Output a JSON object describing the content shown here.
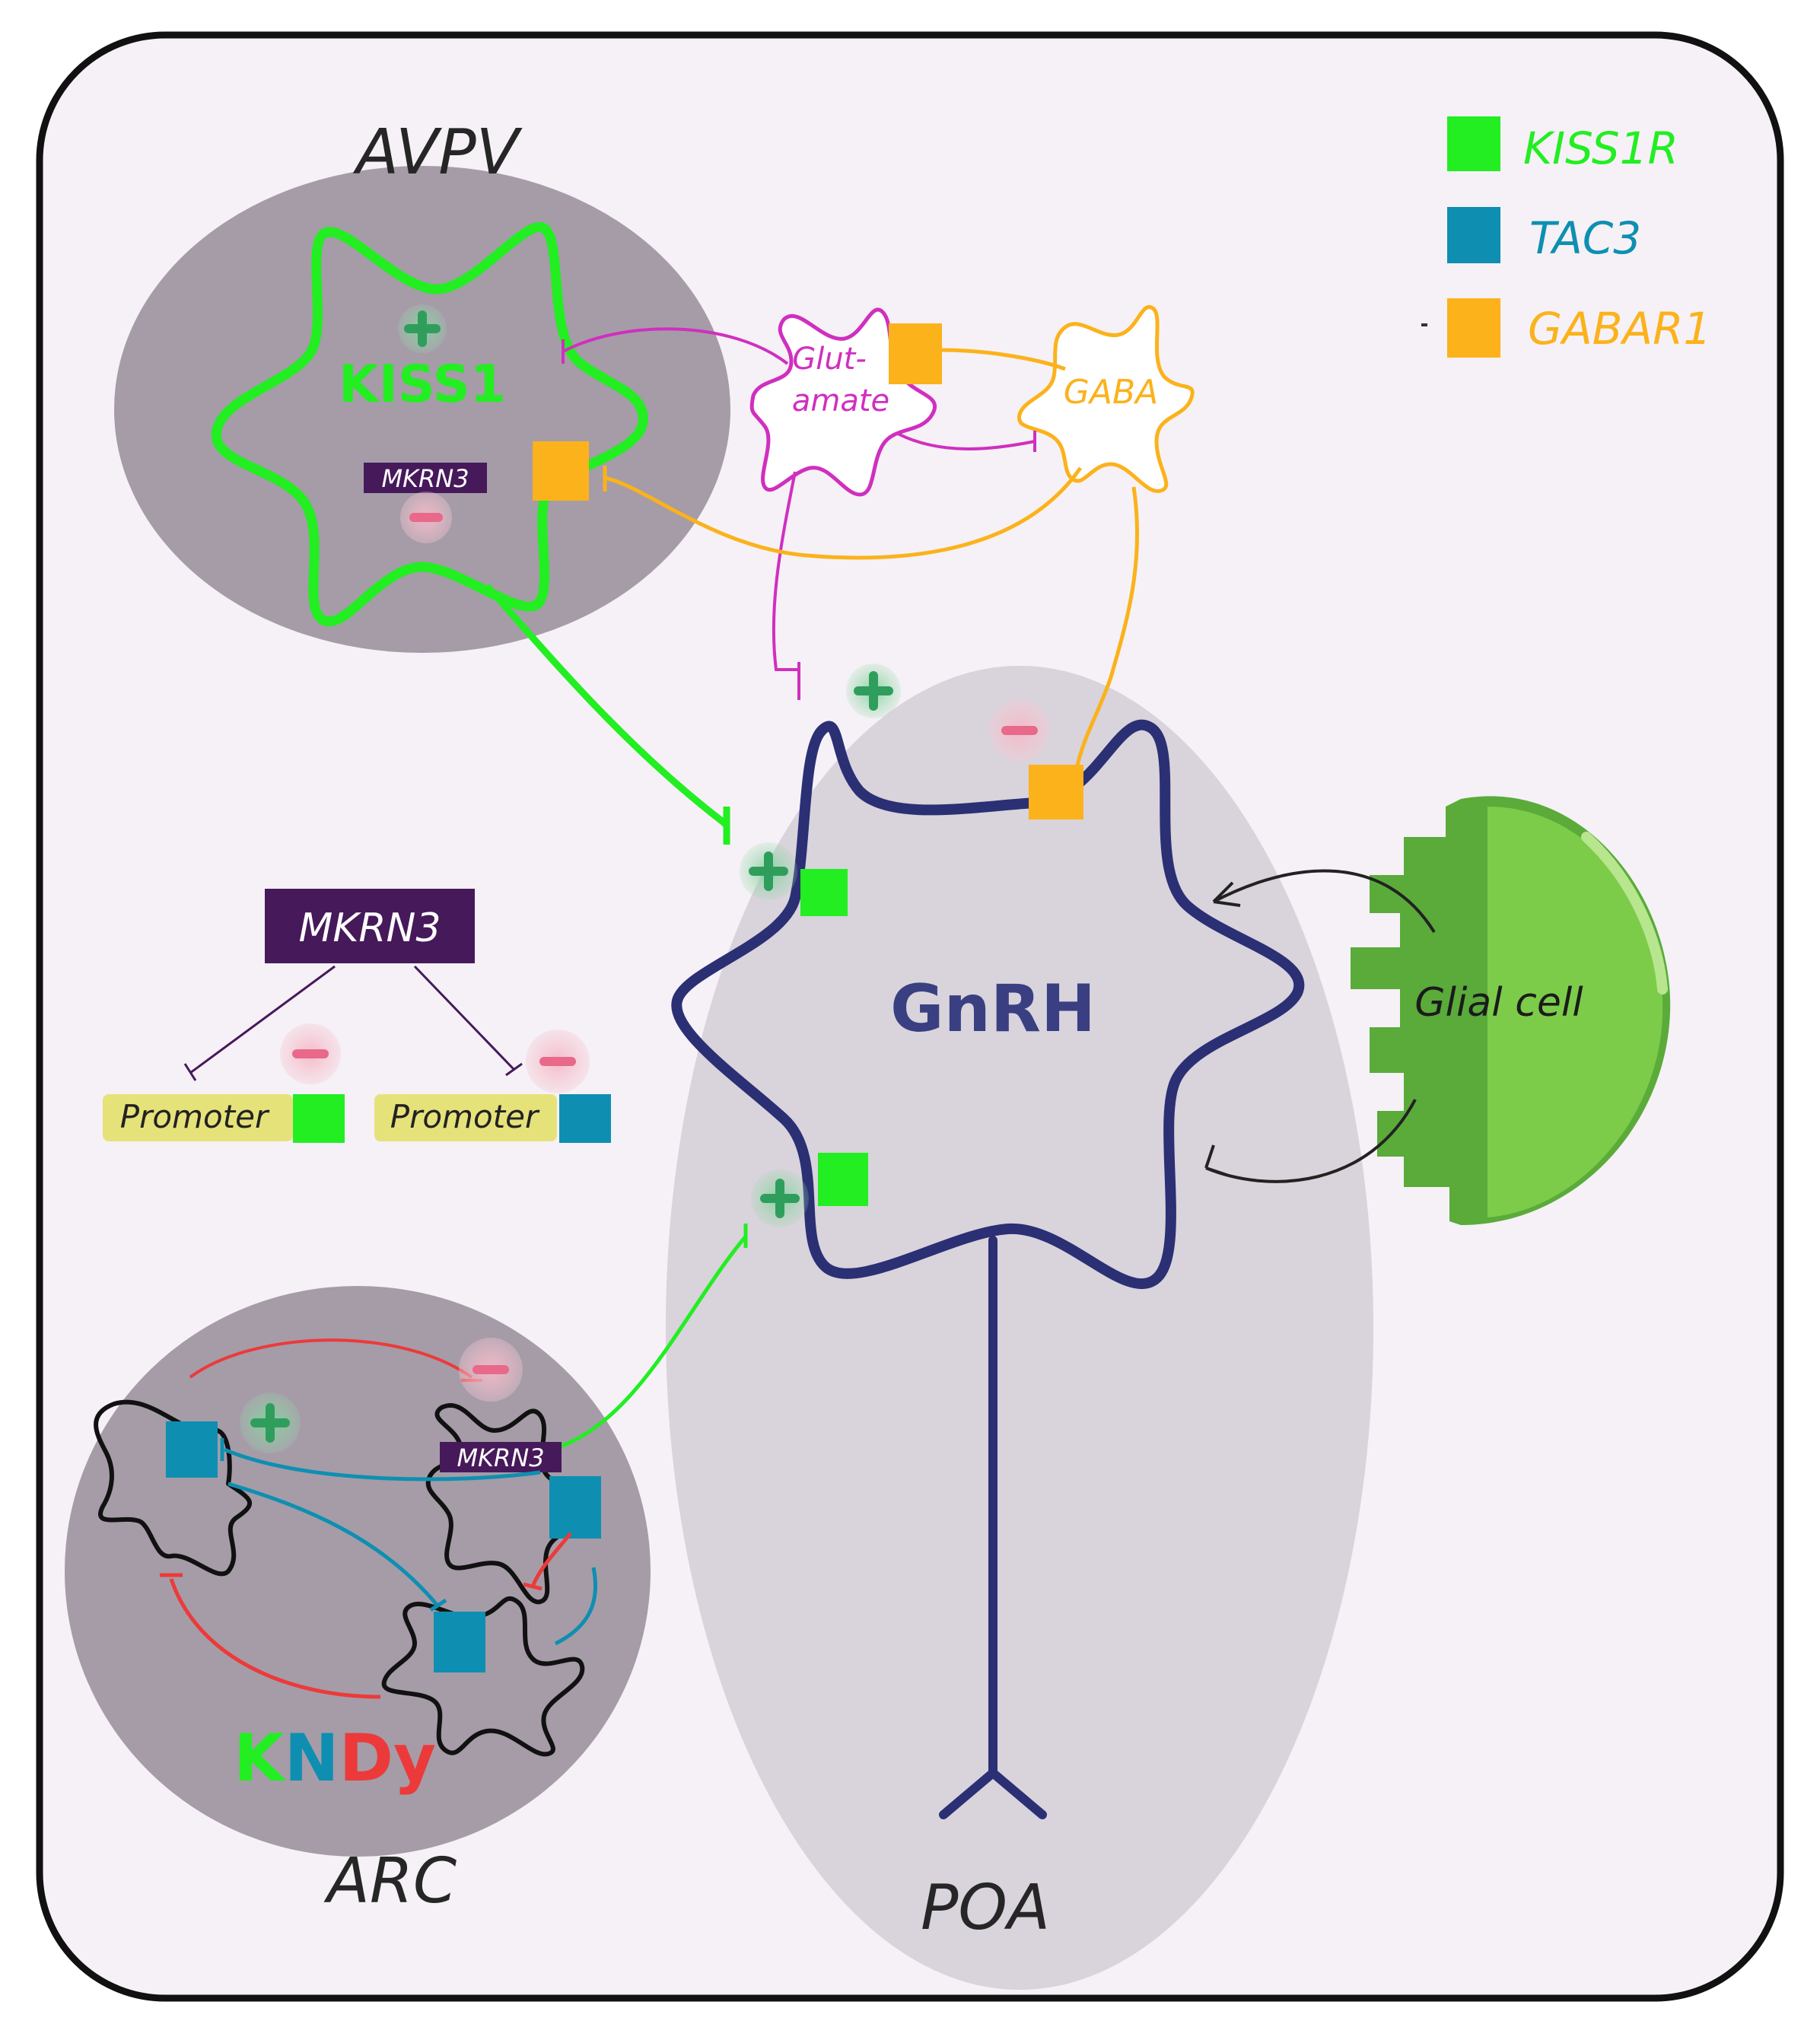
{
  "colors": {
    "frame_fill": "#f5f1f6",
    "region_fill": "#a59ca8",
    "kiss1r": "#22ee22",
    "tac3": "#0e8fb1",
    "gabar1": "#fbb21b",
    "glutamate": "#d02fbf",
    "gnrh": "#2b2f74",
    "mkrn3": "#46195a",
    "inhibit_red": "#ec3a3a",
    "glia_dark": "#5aab3a",
    "glia_light": "#7ccc4a",
    "promoter_fill": "#e6e27a"
  },
  "regions": {
    "avpv": "AVPV",
    "arc": "ARC",
    "poa": "POA"
  },
  "legend": [
    {
      "label": "KISS1R",
      "color": "#22ee22"
    },
    {
      "label": "TAC3",
      "color": "#0e8fb1"
    },
    {
      "label": "GABAR1",
      "color": "#fbb21b"
    }
  ],
  "neurons": {
    "kiss1": "KISS1",
    "glutamate_line1": "Glut-",
    "glutamate_line2": "amate",
    "gaba": "GABA",
    "gnrh": "GnRH",
    "glial": "Glial cell"
  },
  "mkrn3": {
    "avpv_tag": "MKRN3",
    "center_box": "MKRN3",
    "arc_tag": "MKRN3"
  },
  "promoters": [
    "Promoter",
    "Promoter"
  ],
  "kndy": {
    "k": "K",
    "n": "N",
    "dy": "Dy"
  }
}
